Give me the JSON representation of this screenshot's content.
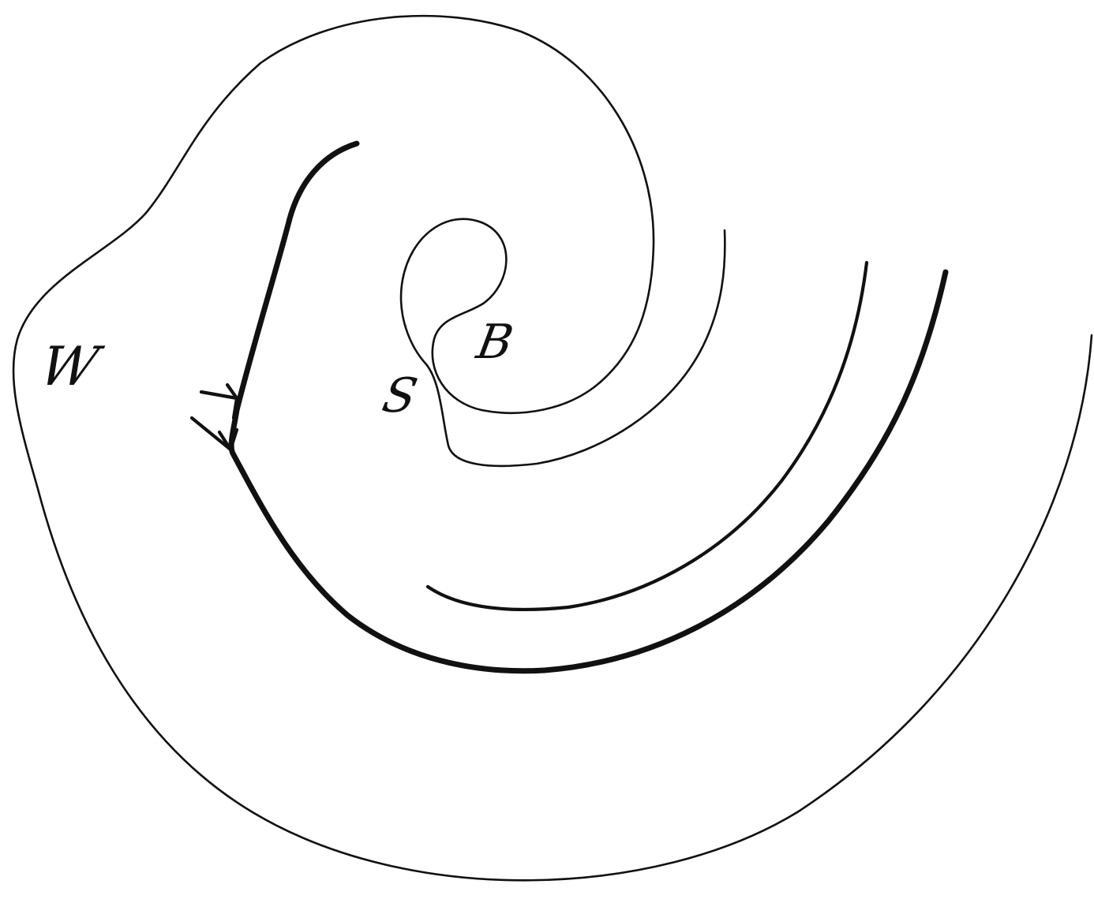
{
  "labels": {
    "w": "W",
    "b": "B",
    "s": "S"
  },
  "colors": {
    "ink": "#111111",
    "paper": "#ffffff"
  }
}
